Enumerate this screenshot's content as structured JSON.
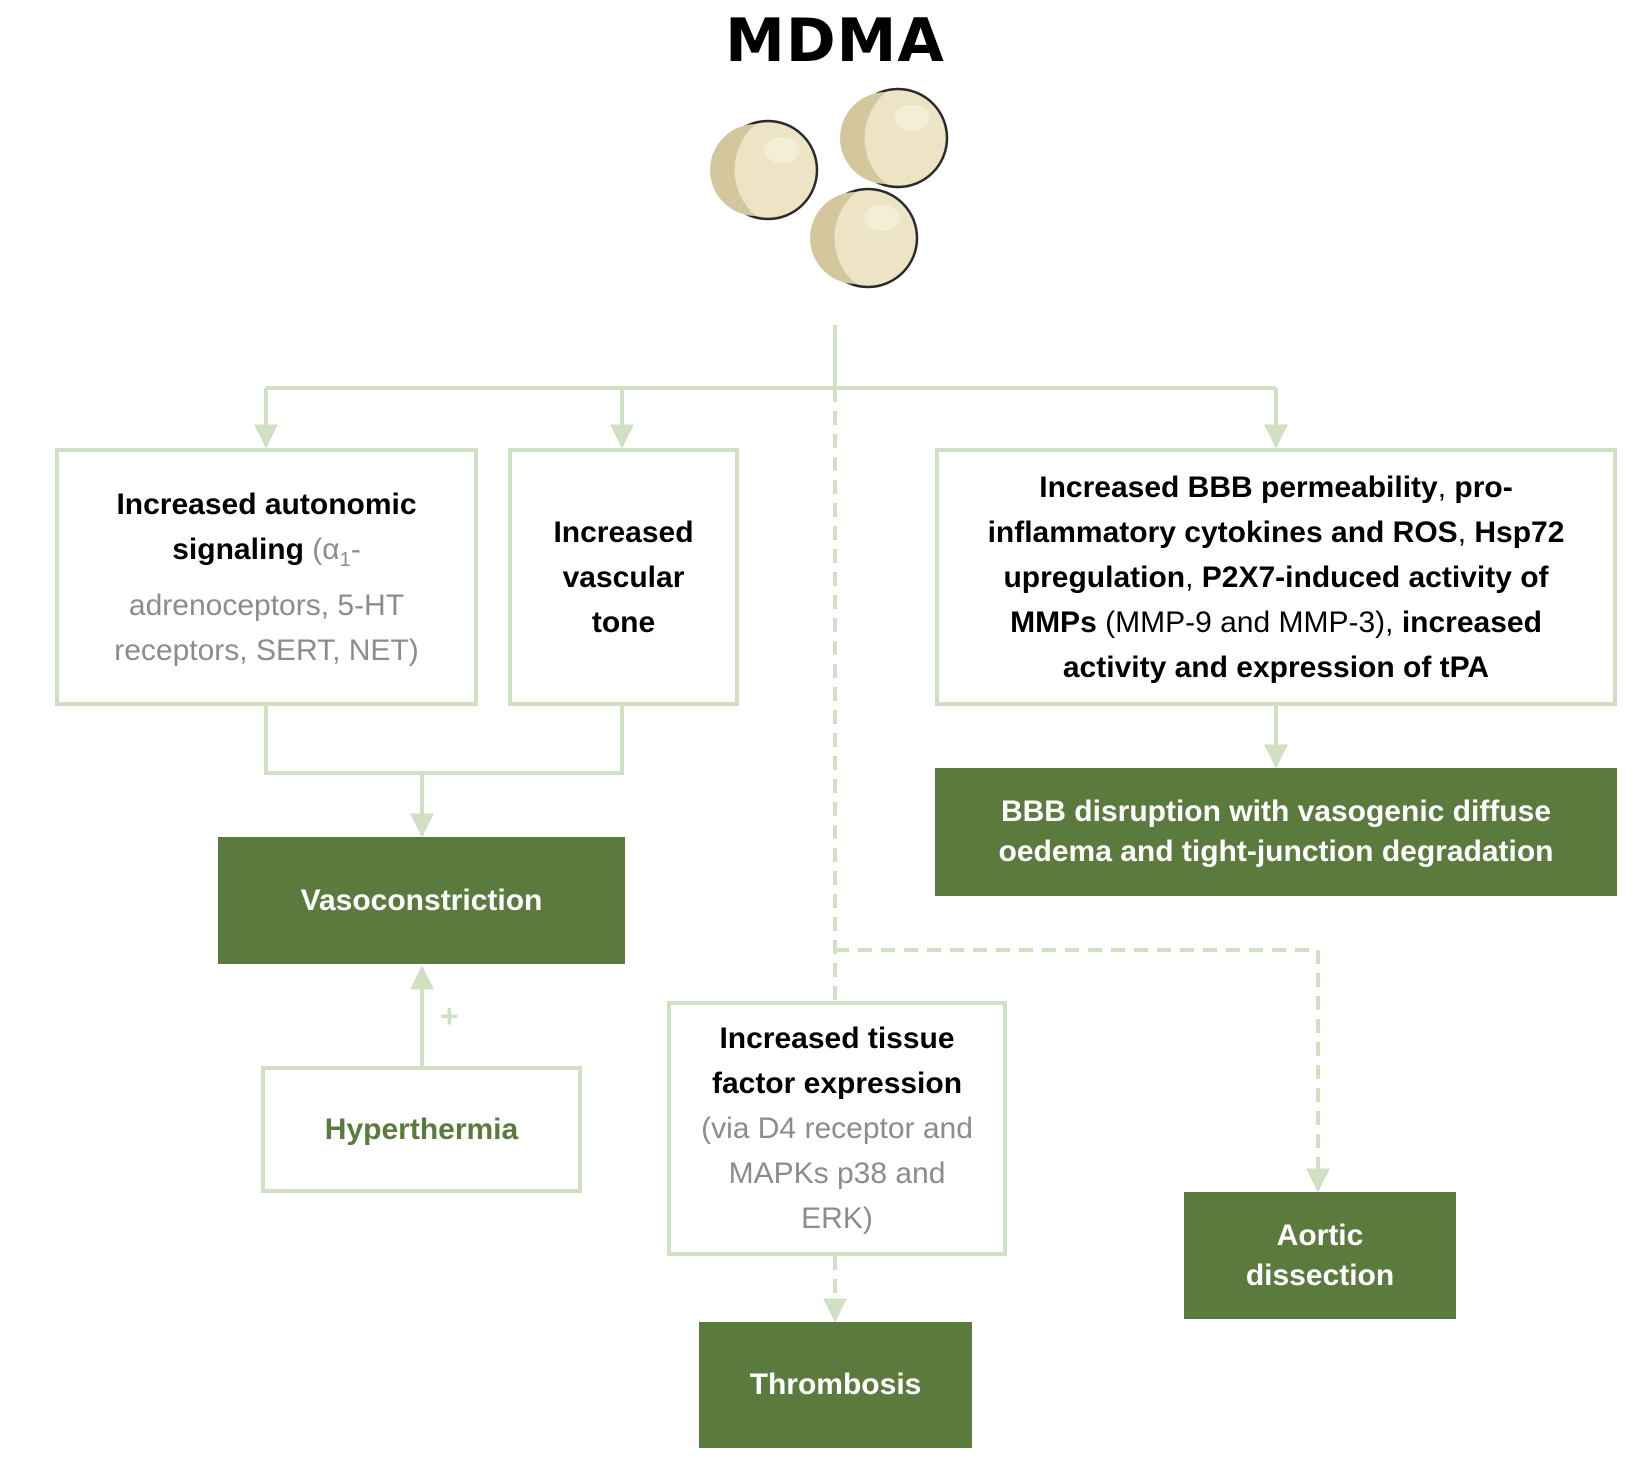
{
  "title": "MDMA",
  "boxes": {
    "autonomic": {
      "bold": "Increased autonomic signaling",
      "paren_open": " (α",
      "sub": "1",
      "paren_rest": "-adrenoceptors, 5-HT receptors, SERT, NET)"
    },
    "vascular_tone": {
      "line1": "Increased",
      "line2": "vascular",
      "line3": "tone"
    },
    "bbb": {
      "part1": "Increased BBB permeability",
      "sep1": ", ",
      "part2": "pro-inflammatory cytokines and ROS",
      "sep2": ", ",
      "part3": "Hsp72 upregulation",
      "sep3": ", ",
      "part4": "P2X7-induced activity of MMPs",
      "part5": " (MMP-9 and MMP-3), ",
      "part6": "increased activity and expression of tPA"
    },
    "tissue_factor": {
      "bold": "Increased tissue factor expression",
      "normal": " (via D4 receptor and MAPKs p38 and ERK)"
    },
    "hyperthermia": "Hyperthermia"
  },
  "outcomes": {
    "vasoconstriction": "Vasoconstriction",
    "bbb_disruption": "BBB disruption with vasogenic diffuse oedema and tight-junction degradation",
    "thrombosis": "Thrombosis",
    "aortic_dissection_line1": "Aortic",
    "aortic_dissection_line2": "dissection"
  },
  "modifier": "+",
  "colors": {
    "outline_green": "#cfe0c3",
    "fill_green": "#5b7a3e",
    "grey_text": "#8c8c8c",
    "pill_fill": "#ece4c4",
    "pill_shade": "#d4c79e",
    "pill_outline": "#2a2a2a"
  },
  "icons": [
    "pill-icon",
    "pill-icon",
    "pill-icon"
  ]
}
